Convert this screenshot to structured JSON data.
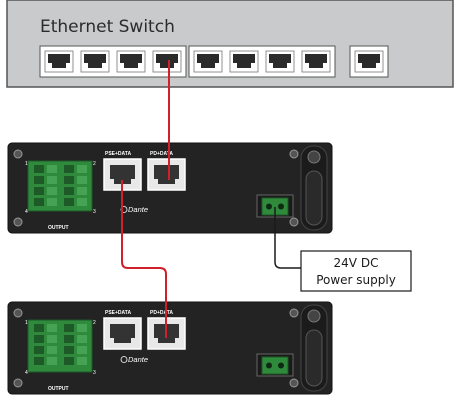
{
  "switch": {
    "title": "Ethernet Switch"
  },
  "device1": {
    "port_left_label": "PSE+DATA",
    "port_right_label": "PD+DATA",
    "brand": "Dante",
    "output_label": "OUTPUT",
    "pins": [
      "1",
      "4",
      "2",
      "3"
    ]
  },
  "device2": {
    "port_left_label": "PSE+DATA",
    "port_right_label": "PD+DATA",
    "brand": "Dante",
    "output_label": "OUTPUT",
    "pins": [
      "1",
      "4",
      "2",
      "3"
    ]
  },
  "power_supply": {
    "line1": "24V DC",
    "line2": "Power supply"
  },
  "colors": {
    "cable_data": "#d0202a",
    "cable_power": "#1a1a1a",
    "switch_body": "#c9cacc",
    "device_body": "#222222",
    "terminal_green": "#2f8a3c"
  }
}
